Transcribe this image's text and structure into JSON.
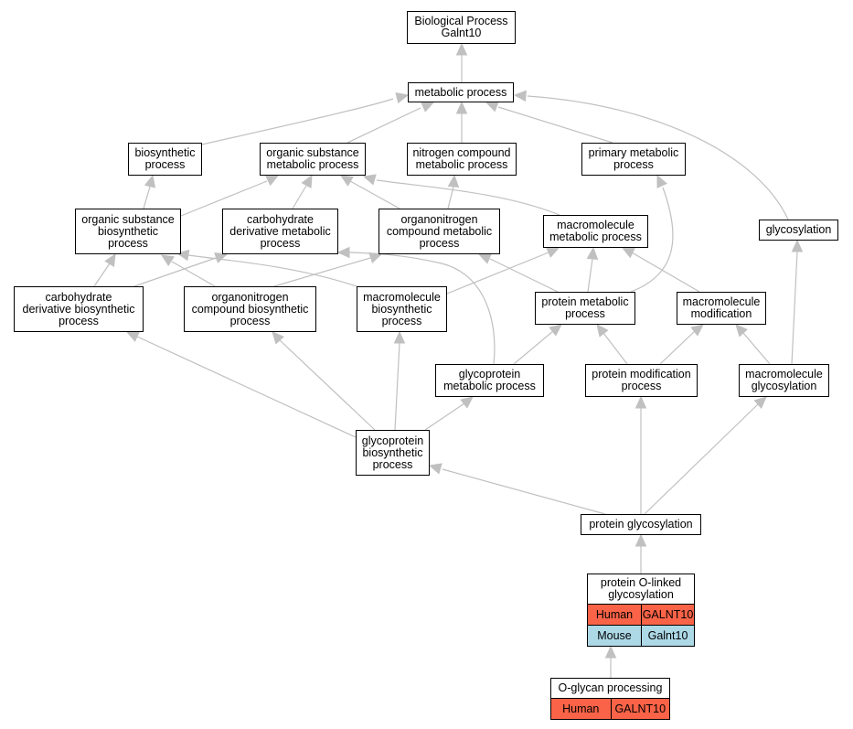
{
  "colors": {
    "edge": "#c0c0c0",
    "highlight_edge": "#0000ff",
    "human": "#fa6347",
    "mouse": "#add8e6"
  },
  "nodes": {
    "root": {
      "label": "Biological Process\nGalnt10"
    },
    "metabolic": {
      "label": "metabolic process"
    },
    "biosynthetic": {
      "label": "biosynthetic\nprocess"
    },
    "organic_sub_metab": {
      "label": "organic substance\nmetabolic process"
    },
    "nitrogen_metab": {
      "label": "nitrogen compound\nmetabolic process"
    },
    "primary_metab": {
      "label": "primary metabolic\nprocess"
    },
    "glycosylation": {
      "label": "glycosylation"
    },
    "organic_sub_bio": {
      "label": "organic substance\nbiosynthetic\nprocess"
    },
    "carb_deriv_metab": {
      "label": "carbohydrate\nderivative metabolic\nprocess"
    },
    "organonit_metab": {
      "label": "organonitrogen\ncompound metabolic\nprocess"
    },
    "macromol_metab": {
      "label": "macromolecule\nmetabolic process"
    },
    "carb_deriv_bio": {
      "label": "carbohydrate\nderivative biosynthetic\nprocess"
    },
    "organonit_bio": {
      "label": "organonitrogen\ncompound biosynthetic\nprocess"
    },
    "macromol_bio": {
      "label": "macromolecule\nbiosynthetic\nprocess"
    },
    "protein_metab": {
      "label": "protein metabolic\nprocess"
    },
    "macromol_mod": {
      "label": "macromolecule\nmodification"
    },
    "glycoprotein_metab": {
      "label": "glycoprotein\nmetabolic process"
    },
    "protein_mod": {
      "label": "protein modification\nprocess"
    },
    "macromol_glyc": {
      "label": "macromolecule\nglycosylation"
    },
    "glycoprotein_bio": {
      "label": "glycoprotein\nbiosynthetic\nprocess"
    },
    "protein_glyc": {
      "label": "protein glycosylation"
    },
    "o_linked": {
      "label": "protein O-linked\nglycosylation",
      "rows": [
        {
          "species": "Human",
          "gene": "GALNT10"
        },
        {
          "species": "Mouse",
          "gene": "Galnt10"
        }
      ]
    },
    "o_glycan": {
      "label": "O-glycan processing",
      "rows": [
        {
          "species": "Human",
          "gene": "GALNT10"
        }
      ]
    }
  }
}
